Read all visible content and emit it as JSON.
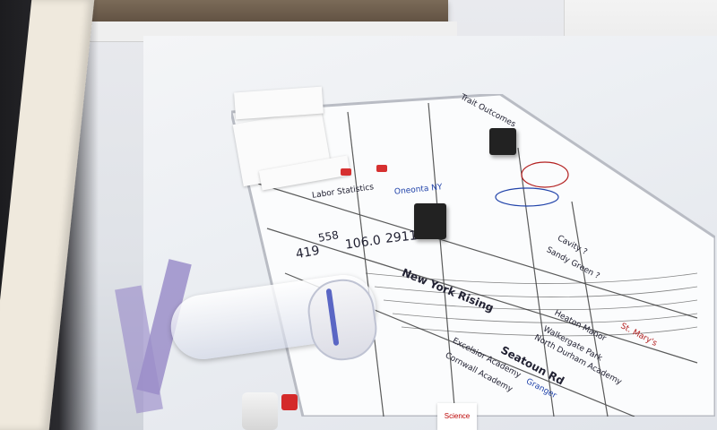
{
  "scene": {
    "description_labels": {
      "handwriting_top_left": "Trait Outcomes",
      "center_words": "Labor Statistics",
      "number_a": "2911",
      "number_b": "106.0",
      "number_c": "419",
      "number_d": "558",
      "red_phrase": "New York Rising",
      "bottom_left": "Seatoun Rd",
      "middle_block": "Oneonta NY",
      "right_list_1": "Cavity ?",
      "right_list_2": "Sandy Green ?",
      "bottom_mid": "Granger",
      "bottom_right_1": "Heaton Manor",
      "bottom_right_2": "Walkergate Park",
      "bottom_right_3": "North Durham Academy",
      "bottom_right_4": "St. Mary's",
      "bottom_right_5": "Excelsior Academy",
      "bottom_right_6": "Cornwall Academy",
      "sticker": "Science"
    },
    "colors": {
      "ink_black": "#223",
      "ink_blue": "#2244aa",
      "ink_red": "#b32020",
      "magnet_red": "#d63030",
      "tube_band": "#5a66c4"
    }
  }
}
